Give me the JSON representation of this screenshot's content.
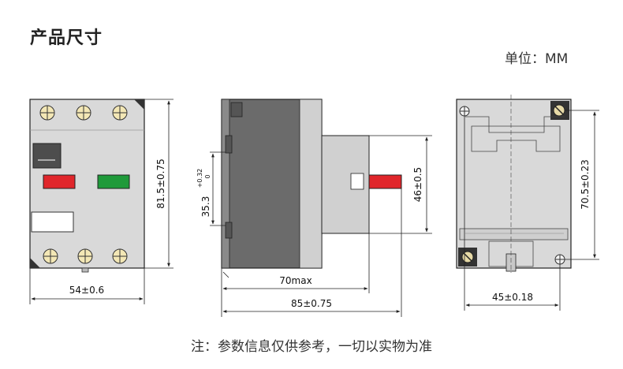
{
  "header": {
    "title": "产品尺寸",
    "unit": "单位：MM"
  },
  "front_view": {
    "height_dim": "81.5±0.75",
    "width_dim": "54±0.6"
  },
  "side_view": {
    "rail_dim_main": "35.3",
    "rail_dim_plus": "+0.32",
    "rail_dim_minus": "0",
    "height_dim": "46±0.5",
    "depth_dim": "70max",
    "overall_dim": "85±0.75"
  },
  "back_view": {
    "height_dim": "70.5±0.23",
    "width_dim": "45±0.18"
  },
  "footer": {
    "note": "注：参数信息仅供参考，一切以实物为准"
  },
  "colors": {
    "housing_gray": "#d9d9d9",
    "side_dark": "#6b6b6b",
    "button_red": "#e0262b",
    "button_green": "#1f9a3a",
    "terminal_yellow": "#f3e7b5"
  }
}
